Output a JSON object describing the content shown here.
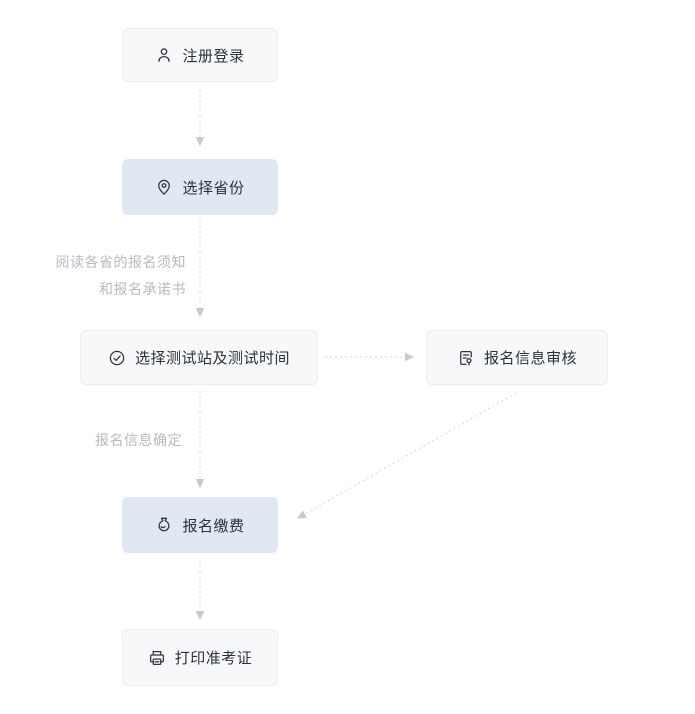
{
  "colors": {
    "background": "#ffffff",
    "node_gray_bg": "#f7f8fa",
    "node_gray_border": "#ebedf0",
    "node_blue_bg": "#dfe8f3",
    "node_text": "#2d3138",
    "edge_label_text": "#b6bac1",
    "arrow_line": "#d4d6d9",
    "arrow_head": "#c8cacd"
  },
  "flowchart": {
    "nodes": [
      {
        "id": "register-login",
        "label": "注册登录",
        "icon": "user-icon",
        "variant": "gray"
      },
      {
        "id": "select-province",
        "label": "选择省份",
        "icon": "map-pin-icon",
        "variant": "blue"
      },
      {
        "id": "select-station-time",
        "label": "选择测试站及测试时间",
        "icon": "check-circle-icon",
        "variant": "gray"
      },
      {
        "id": "info-review",
        "label": "报名信息审核",
        "icon": "file-check-icon",
        "variant": "gray"
      },
      {
        "id": "pay-fee",
        "label": "报名缴费",
        "icon": "money-bag-icon",
        "variant": "blue"
      },
      {
        "id": "print-ticket",
        "label": "打印准考证",
        "icon": "printer-icon",
        "variant": "gray"
      }
    ],
    "edge_labels": [
      {
        "id": "read-notice",
        "line1": "阅读各省的报名须知",
        "line2": "和报名承诺书"
      },
      {
        "id": "info-confirmed",
        "line1": "报名信息确定"
      }
    ],
    "edges": [
      {
        "from": "register-login",
        "to": "select-province"
      },
      {
        "from": "select-province",
        "to": "select-station-time"
      },
      {
        "from": "select-station-time",
        "to": "info-review"
      },
      {
        "from": "select-station-time",
        "to": "pay-fee"
      },
      {
        "from": "info-review",
        "to": "pay-fee"
      },
      {
        "from": "pay-fee",
        "to": "print-ticket"
      }
    ]
  }
}
